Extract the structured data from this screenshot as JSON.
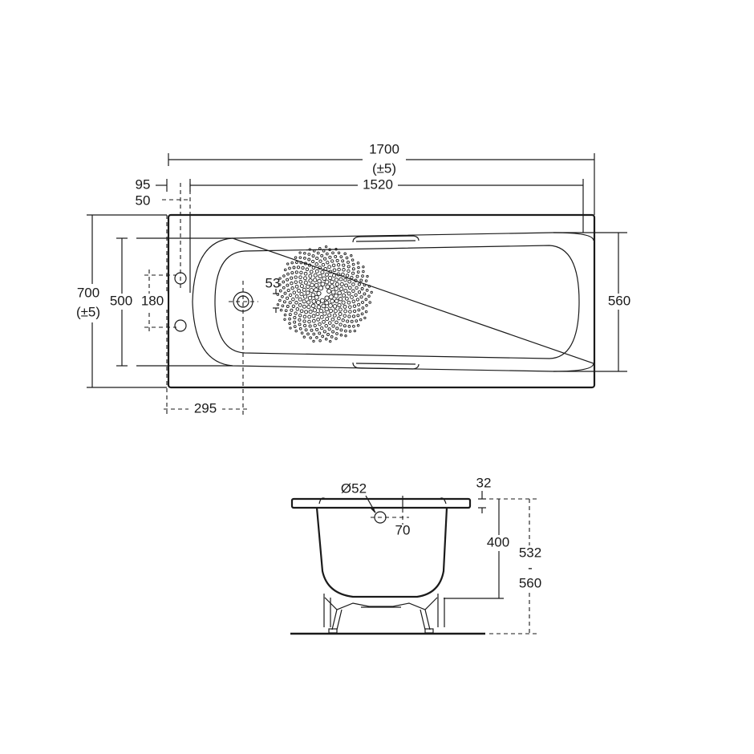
{
  "drawing": {
    "plan_view": {
      "overall_length": "1700",
      "overall_length_tol": "(±5)",
      "inner_length": "1520",
      "rim_offset": "95",
      "tap_offset": "50",
      "overall_width": "700",
      "overall_width_tol": "(±5)",
      "inner_width": "500",
      "tap_spacing": "180",
      "waste_offset": "53",
      "basin_width": "560",
      "waste_distance": "295"
    },
    "end_view": {
      "overflow_diameter": "Ø52",
      "overflow_offset": "70",
      "rim_thickness": "32",
      "depth": "400",
      "height_min": "532",
      "height_sep": "-",
      "height_max": "560"
    },
    "line_color": "#1a1a1a"
  }
}
